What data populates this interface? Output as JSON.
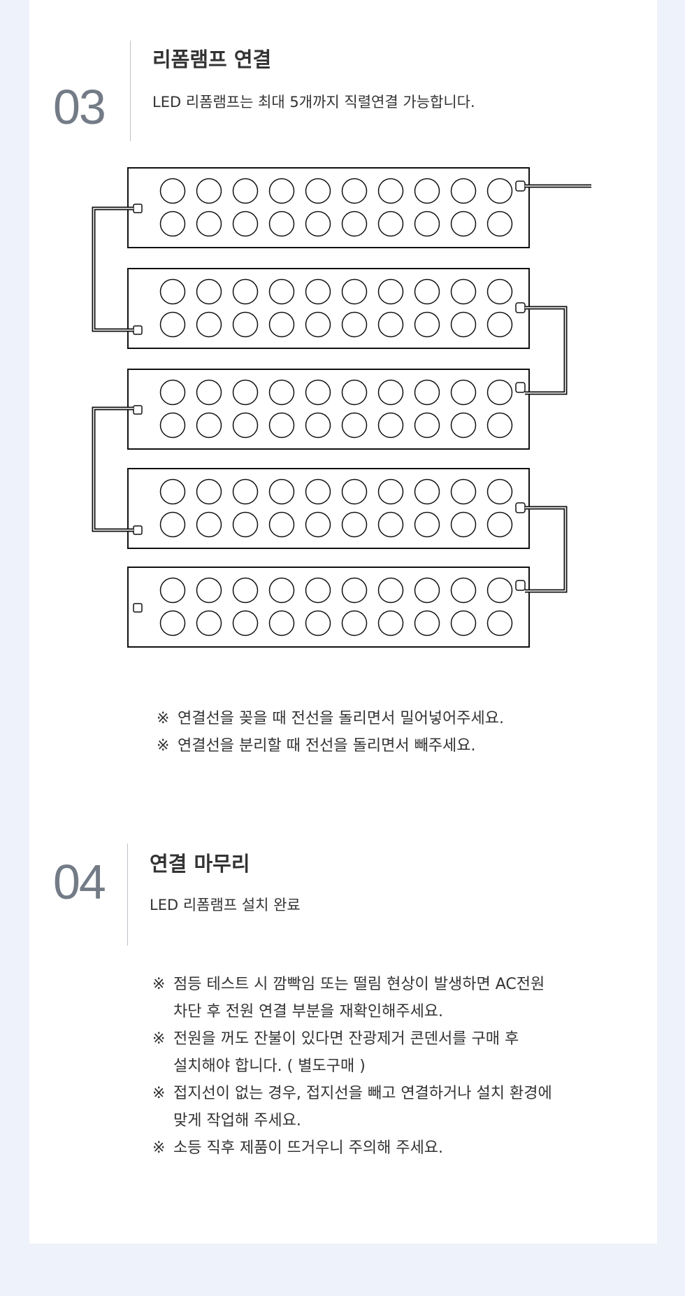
{
  "step3": {
    "number": "03",
    "title": "리폼램프 연결",
    "description": "LED 리폼램프는 최대 5개까지 직렬연결 가능합니다."
  },
  "diagram": {
    "modules": 5,
    "rows": 2,
    "leds_per_row": 10,
    "line_color": "#111111"
  },
  "step3_notes": {
    "mark": "※",
    "items": [
      "연결선을 꽂을 때 전선을 돌리면서 밀어넣어주세요.",
      "연결선을 분리할 때 전선을 돌리면서 빼주세요."
    ]
  },
  "step4": {
    "number": "04",
    "title": "연결 마무리",
    "description": "LED 리폼램프 설치 완료"
  },
  "step4_notes": {
    "mark": "※",
    "items": [
      {
        "line1": "점등 테스트 시 깜빡임 또는 떨림 현상이 발생하면 AC전원",
        "line2": "차단 후 전원 연결 부분을 재확인해주세요."
      },
      {
        "line1": "전원을 꺼도 잔불이 있다면 잔광제거 콘덴서를 구매 후",
        "line2": "설치해야 합니다. ( 별도구매 )"
      },
      {
        "line1": "접지선이 없는 경우, 접지선을 빼고 연결하거나 설치 환경에",
        "line2": "맞게 작업해 주세요."
      },
      {
        "line1": "소등 직후 제품이 뜨거우니 주의해 주세요.",
        "line2": ""
      }
    ]
  },
  "colors": {
    "background": "#eef2fa",
    "card": "#ffffff",
    "step_number": "#737b87",
    "divider": "#bfc3c9"
  }
}
